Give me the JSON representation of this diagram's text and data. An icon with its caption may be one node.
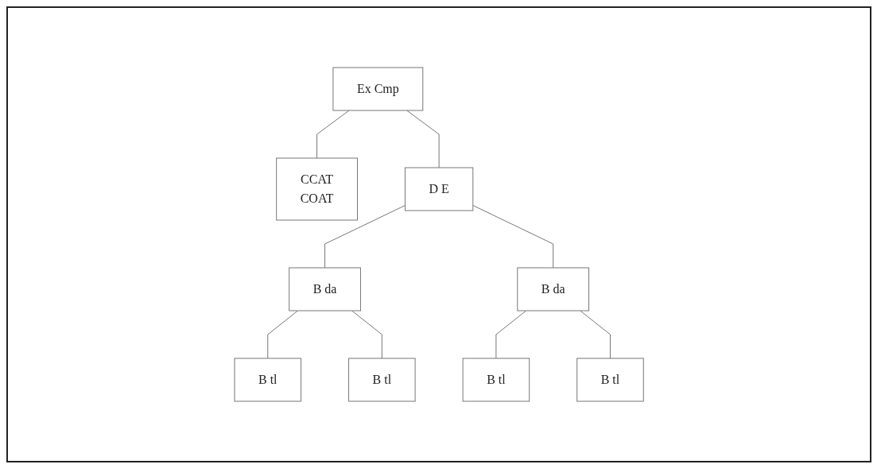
{
  "diagram": {
    "nodes": [
      {
        "text": [
          "Ex Cmp"
        ]
      },
      {
        "text": [
          "CCAT",
          "COAT"
        ]
      },
      {
        "text": [
          "D E"
        ]
      },
      {
        "text": [
          "B da"
        ]
      },
      {
        "text": [
          "B da"
        ]
      },
      {
        "text": [
          "B tl"
        ]
      },
      {
        "text": [
          "B tl"
        ]
      },
      {
        "text": [
          "B tl"
        ]
      },
      {
        "text": [
          "B tl"
        ]
      }
    ],
    "edges": [
      {
        "from": 0,
        "to": 1,
        "arrow": "none"
      },
      {
        "from": 0,
        "to": 2,
        "arrow": "none"
      },
      {
        "from": 2,
        "to": 3,
        "arrow": "none"
      },
      {
        "from": 2,
        "to": 4,
        "arrow": "none"
      },
      {
        "from": 3,
        "to": 5,
        "arrow": "none"
      },
      {
        "from": 3,
        "to": 6,
        "arrow": "none"
      },
      {
        "from": 4,
        "to": 7,
        "arrow": "none"
      },
      {
        "from": 4,
        "to": 8,
        "arrow": "none"
      }
    ]
  }
}
